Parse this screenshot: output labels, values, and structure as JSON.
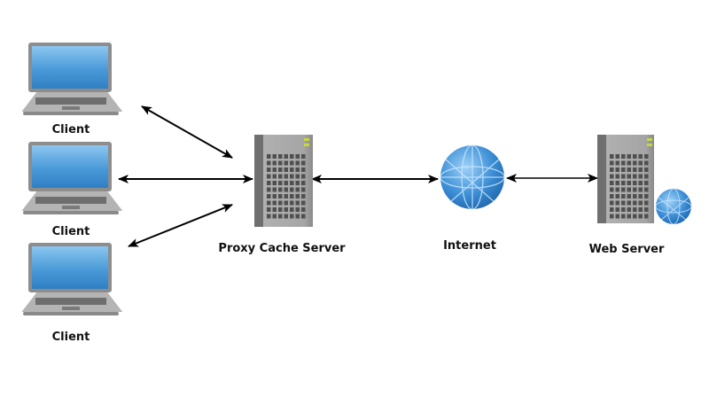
{
  "diagram": {
    "type": "network-architecture",
    "nodes": [
      {
        "id": "client-1",
        "kind": "laptop",
        "label": "Client"
      },
      {
        "id": "client-2",
        "kind": "laptop",
        "label": "Client"
      },
      {
        "id": "client-3",
        "kind": "laptop",
        "label": "Client"
      },
      {
        "id": "proxy",
        "kind": "server",
        "label": "Proxy Cache Server"
      },
      {
        "id": "internet",
        "kind": "globe",
        "label": "Internet"
      },
      {
        "id": "web",
        "kind": "server-with-globe",
        "label": "Web Server"
      }
    ],
    "edges": [
      {
        "from": "client-1",
        "to": "proxy",
        "direction": "bidirectional"
      },
      {
        "from": "client-2",
        "to": "proxy",
        "direction": "bidirectional"
      },
      {
        "from": "client-3",
        "to": "proxy",
        "direction": "bidirectional"
      },
      {
        "from": "proxy",
        "to": "internet",
        "direction": "bidirectional"
      },
      {
        "from": "internet",
        "to": "web",
        "direction": "bidirectional"
      }
    ],
    "colors": {
      "screen": "#4a9ad8",
      "laptop_body": "#a8a8a8",
      "server": "#8c8c8c",
      "globe": "#3d8fd6",
      "led": "#c8d83a",
      "arrow": "#000000"
    }
  }
}
